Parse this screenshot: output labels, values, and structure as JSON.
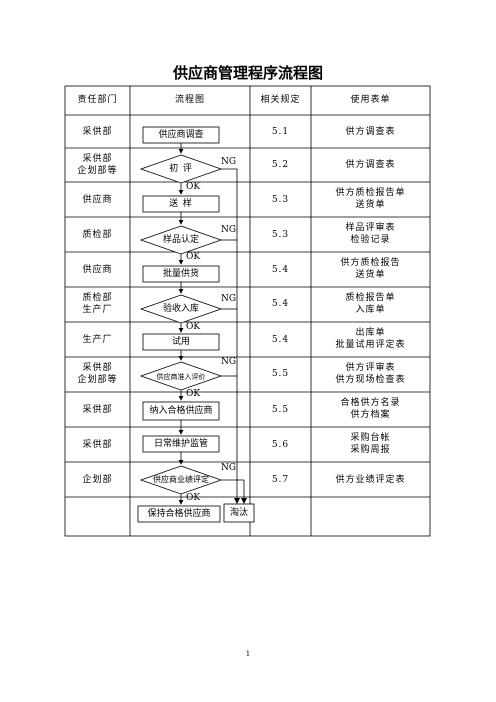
{
  "title": "供应商管理程序流程图",
  "headers": [
    "责任部门",
    "流程图",
    "相关规定",
    "使用表单"
  ],
  "rows": [
    {
      "dept": [
        "采供部"
      ],
      "rule": "5.1",
      "forms": [
        "供方调查表"
      ]
    },
    {
      "dept": [
        "采供部",
        "企划部等"
      ],
      "rule": "5.2",
      "forms": [
        "供方调查表"
      ]
    },
    {
      "dept": [
        "供应商"
      ],
      "rule": "5.3",
      "forms": [
        "供方质检报告单",
        "送货单"
      ]
    },
    {
      "dept": [
        "质检部"
      ],
      "rule": "5.3",
      "forms": [
        "样品评审表",
        "检验记录"
      ]
    },
    {
      "dept": [
        "供应商"
      ],
      "rule": "5.4",
      "forms": [
        "供方质检报告",
        "送货单"
      ]
    },
    {
      "dept": [
        "质检部",
        "生产厂"
      ],
      "rule": "5.4",
      "forms": [
        "质检报告单",
        "入库单"
      ]
    },
    {
      "dept": [
        "生产厂"
      ],
      "rule": "5.4",
      "forms": [
        "出库单",
        "批量试用评定表"
      ]
    },
    {
      "dept": [
        "采供部",
        "企划部等"
      ],
      "rule": "5.5",
      "forms": [
        "供方评审表",
        "供方现场检查表"
      ]
    },
    {
      "dept": [
        "采供部"
      ],
      "rule": "5.5",
      "forms": [
        "合格供方名录",
        "供方档案"
      ]
    },
    {
      "dept": [
        "采供部"
      ],
      "rule": "5.6",
      "forms": [
        "采购台帐",
        "采购周报"
      ]
    },
    {
      "dept": [
        "企划部"
      ],
      "rule": "5.7",
      "forms": [
        "供方业绩评定表"
      ]
    },
    {
      "dept": [],
      "rule": "",
      "forms": []
    }
  ],
  "flow": {
    "step1": "供应商调查",
    "dec1": "初 评",
    "step2": "送 样",
    "dec2": "样品认定",
    "step3": "批量供货",
    "dec3": "验收入库",
    "step4": "试用",
    "dec4": "供应商准入评价",
    "step5": "纳入合格供应商",
    "step6": "日常维护监管",
    "dec5": "供应商业绩评定",
    "step7": "保持合格供应商",
    "eliminate": "淘汰",
    "ok": "OK",
    "ng": "NG"
  },
  "page_number": "1"
}
